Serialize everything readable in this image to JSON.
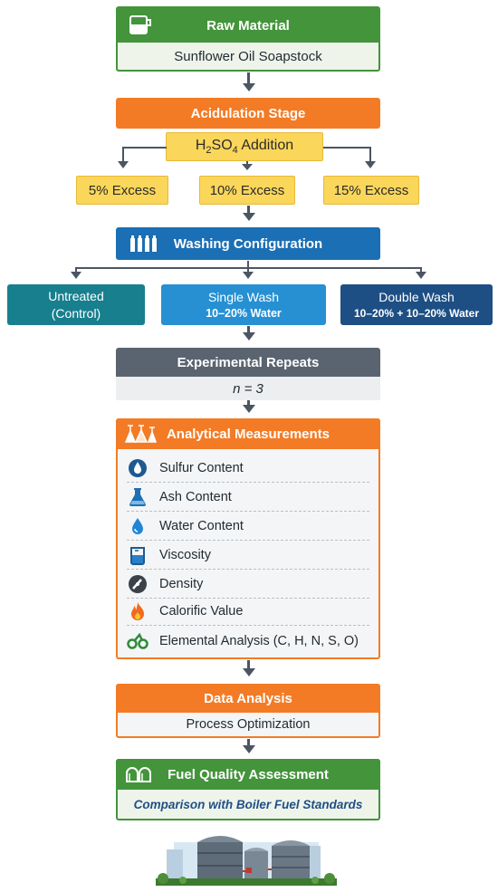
{
  "raw_material": {
    "title": "Raw Material",
    "subtitle": "Sunflower Oil Soapstock"
  },
  "acidulation": {
    "title": "Acidulation Stage",
    "reagent_main": "H",
    "reagent_sub1": "2",
    "reagent_mid": "SO",
    "reagent_sub2": "4",
    "reagent_suffix": " Addition",
    "options": [
      "5% Excess",
      "10% Excess",
      "15% Excess"
    ]
  },
  "washing": {
    "title": "Washing Configuration",
    "options": [
      {
        "line1": "Untreated",
        "line2": "(Control)",
        "color": "#177f8e"
      },
      {
        "line1": "Single Wash",
        "line2": "10–20% Water",
        "color": "#2690d3"
      },
      {
        "line1": "Double Wash",
        "line2": "10–20% + 10–20% Water",
        "color": "#1d4f84"
      }
    ]
  },
  "repeats": {
    "title": "Experimental Repeats",
    "value": "n = 3"
  },
  "measurements": {
    "title": "Analytical Measurements",
    "items": [
      {
        "label": "Sulfur Content",
        "icon": "sulfur-drop-icon"
      },
      {
        "label": "Ash Content",
        "icon": "flask-icon"
      },
      {
        "label": "Water Content",
        "icon": "water-drop-icon"
      },
      {
        "label": "Viscosity",
        "icon": "beaker-icon"
      },
      {
        "label": "Density",
        "icon": "gauge-icon"
      },
      {
        "label": "Calorific Value",
        "icon": "flame-icon"
      },
      {
        "label": "Elemental Analysis (C, H, N, S, O)",
        "icon": "molecule-icon"
      }
    ]
  },
  "data_analysis": {
    "title": "Data Analysis",
    "subtitle": "Process Optimization"
  },
  "fuel_quality": {
    "title": "Fuel Quality Assessment",
    "subtitle": "Comparison with Boiler Fuel Standards"
  },
  "colors": {
    "green": "#43943b",
    "orange": "#f47b25",
    "blue": "#1b6fb5",
    "slate": "#5a6470",
    "yellow": "#fad65a"
  }
}
